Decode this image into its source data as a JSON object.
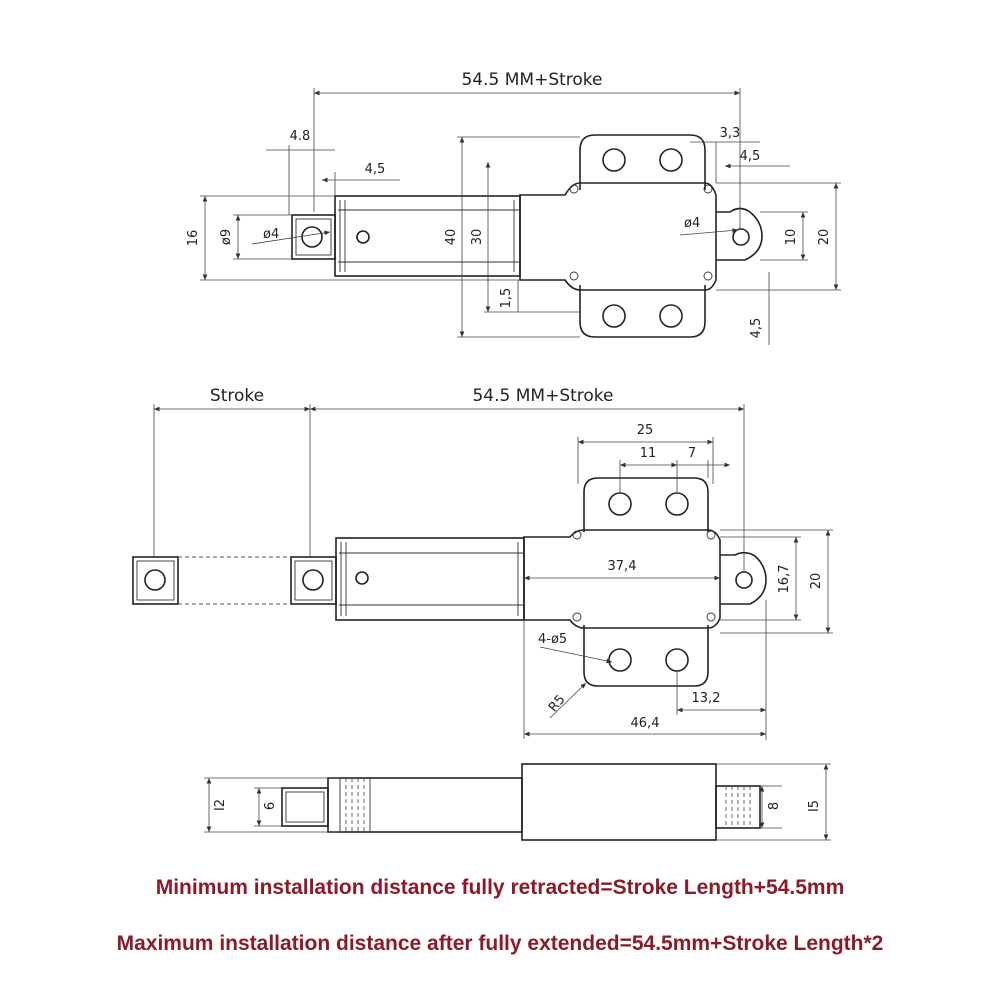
{
  "colors": {
    "line": "#222222",
    "note_text": "#8b1a2b"
  },
  "top_view": {
    "overall": "54.5 MM+Stroke",
    "d_4_8": "4.8",
    "d_4_5": "4,5",
    "d_16": "16",
    "d_phi9": "ø9",
    "d_phi4_left": "ø4",
    "d_40": "40",
    "d_30": "30",
    "d_1_5": "1,5",
    "d_3_3": "3,3",
    "d_4_5_right": "4,5",
    "d_phi4_right": "ø4",
    "d_10": "10",
    "d_20": "20",
    "d_4_5_bottom": "4,5"
  },
  "extended_view": {
    "stroke": "Stroke",
    "overall": "54.5 MM+Stroke",
    "d_25": "25",
    "d_11": "11",
    "d_7": "7",
    "d_37_4": "37,4",
    "d_16_7": "16,7",
    "d_20": "20",
    "d_holes": "4-ø5",
    "d_r5": "R5",
    "d_13_2": "13,2",
    "d_46_4": "46,4"
  },
  "side_view": {
    "d_12": "I2",
    "d_6": "6",
    "d_8": "8",
    "d_15": "I5"
  },
  "notes": {
    "min_install": "Minimum installation distance fully retracted=Stroke Length+54.5mm",
    "max_install": "Maximum installation distance after fully extended=54.5mm+Stroke Length*2"
  }
}
